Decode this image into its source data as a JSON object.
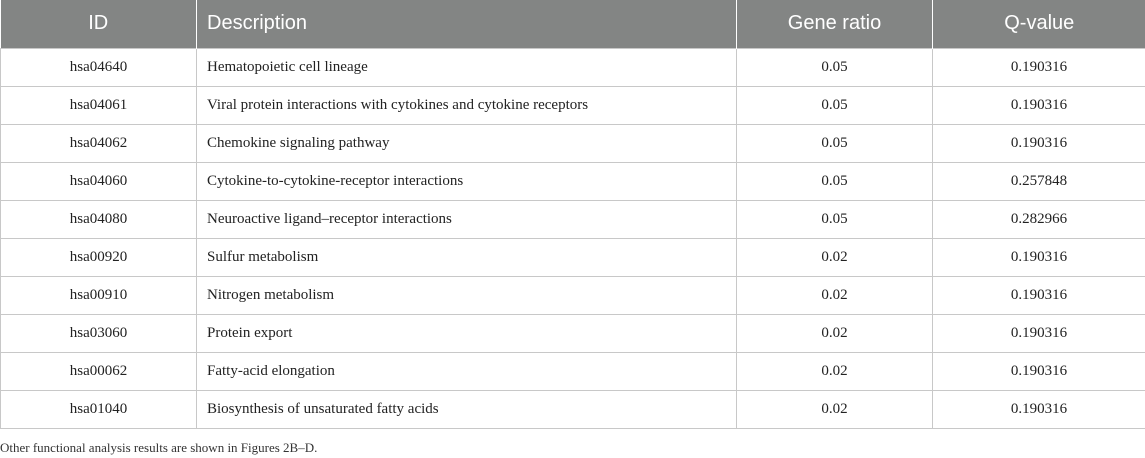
{
  "table": {
    "headers": [
      "ID",
      "Description",
      "Gene ratio",
      "Q-value"
    ],
    "rows": [
      [
        "hsa04640",
        "Hematopoietic cell lineage",
        "0.05",
        "0.190316"
      ],
      [
        "hsa04061",
        "Viral protein interactions with cytokines and cytokine receptors",
        "0.05",
        "0.190316"
      ],
      [
        "hsa04062",
        "Chemokine signaling pathway",
        "0.05",
        "0.190316"
      ],
      [
        "hsa04060",
        "Cytokine-to-cytokine-receptor interactions",
        "0.05",
        "0.257848"
      ],
      [
        "hsa04080",
        "Neuroactive ligand–receptor interactions",
        "0.05",
        "0.282966"
      ],
      [
        "hsa00920",
        "Sulfur metabolism",
        "0.02",
        "0.190316"
      ],
      [
        "hsa00910",
        "Nitrogen metabolism",
        "0.02",
        "0.190316"
      ],
      [
        "hsa03060",
        "Protein export",
        "0.02",
        "0.190316"
      ],
      [
        "hsa00062",
        "Fatty-acid elongation",
        "0.02",
        "0.190316"
      ],
      [
        "hsa01040",
        "Biosynthesis of unsaturated fatty acids",
        "0.02",
        "0.190316"
      ]
    ]
  },
  "footnote": "Other functional analysis results are shown in Figures 2B–D.",
  "colors": {
    "header_bg": "#838584",
    "header_text": "#ffffff",
    "border": "#c8c8c8"
  }
}
